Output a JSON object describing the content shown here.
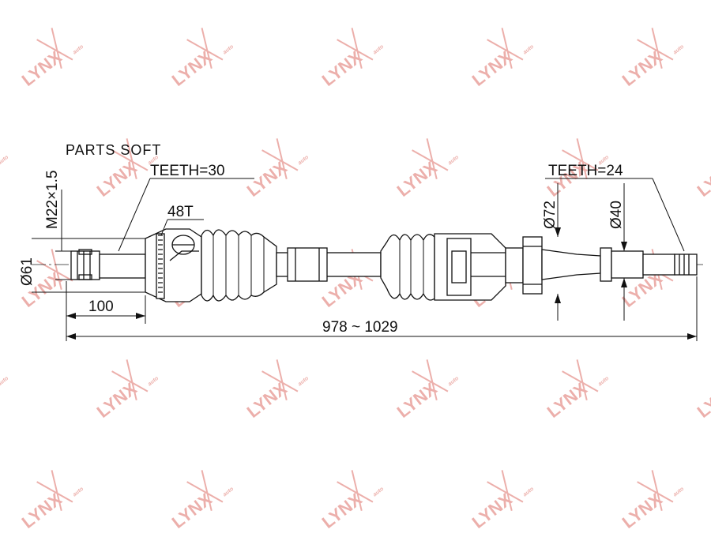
{
  "watermark": {
    "brand": "LYNX",
    "sub": "auto",
    "color": "#e6958f"
  },
  "caption": "PARTS SOFT",
  "dimensions": {
    "thread": "M22×1.5",
    "outer_diameter_left": "Ø61",
    "teeth_left": "TEETH=30",
    "abs_ring": "48T",
    "length_left": "100",
    "total_length": "978 ~ 1029",
    "bearing_diameter": "Ø72",
    "shaft_diameter": "Ø40",
    "teeth_right": "TEETH=24"
  }
}
